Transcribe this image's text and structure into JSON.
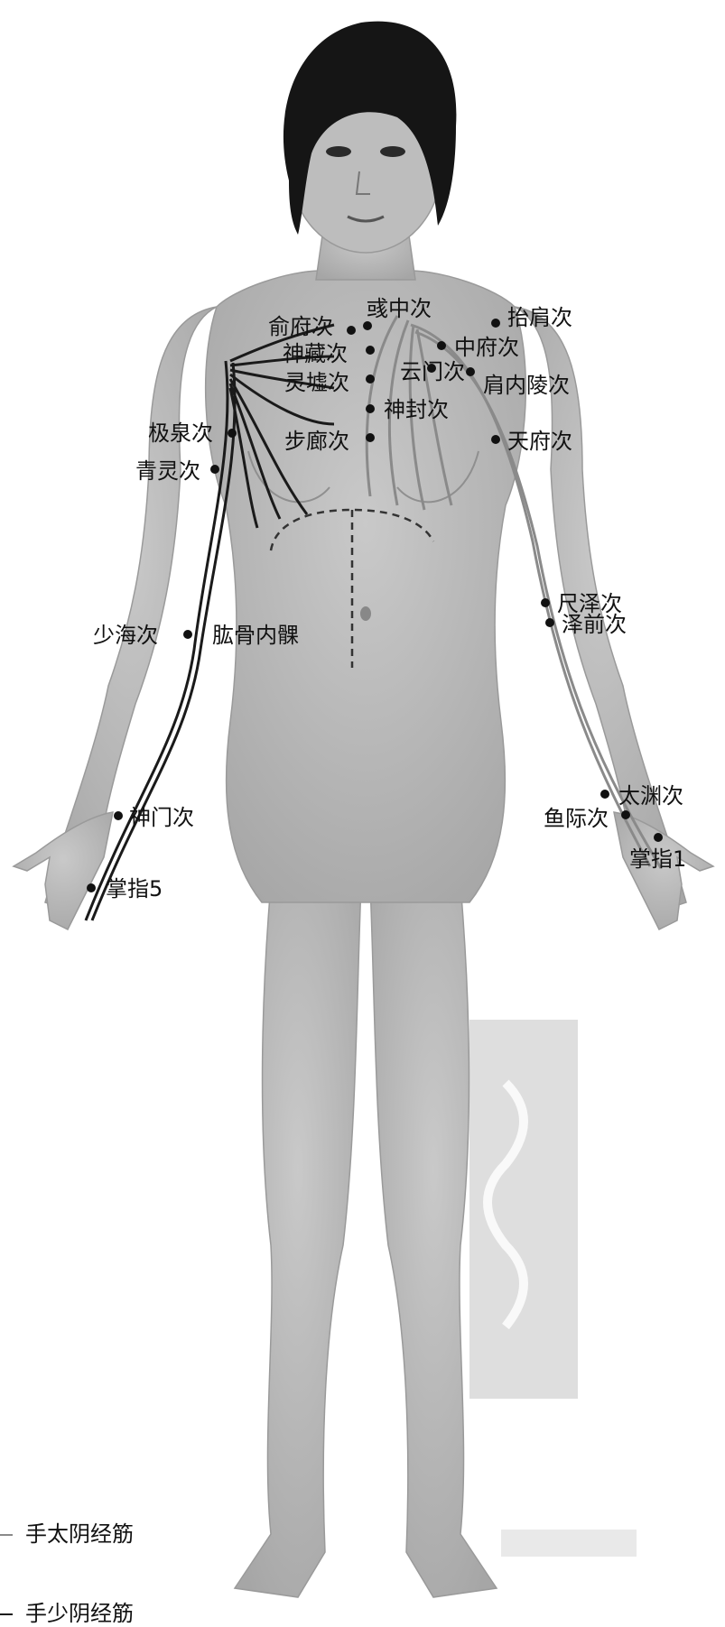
{
  "points": {
    "huozhong": "彧中次",
    "taijian": "抬肩次",
    "shufu": "俞府次",
    "zhongfu": "中府次",
    "shencang": "神藏次",
    "yunmen": "云门次",
    "jiannei": "肩内陵次",
    "lingxu": "灵墟次",
    "shenfeng": "神封次",
    "jiquan": "极泉次",
    "bulang": "步廊次",
    "tianfu": "天府次",
    "qingling": "青灵次",
    "chize": "尺泽次",
    "zeqian": "泽前次",
    "shaohai": "少海次",
    "gongu": "肱骨内髁",
    "taiyuan": "太渊次",
    "shenmen": "神门次",
    "yuji": "鱼际次",
    "zhangzhi1": "掌指1",
    "zhangzhi5": "掌指5"
  },
  "legend": {
    "lung": "手太阴经筋",
    "heart": "手少阴经筋"
  },
  "colors": {
    "lung_channel": "#8a8a8a",
    "heart_channel": "#1a1a1a",
    "skin": "#b9b9b9",
    "hair": "#151515",
    "point": "#111111"
  }
}
